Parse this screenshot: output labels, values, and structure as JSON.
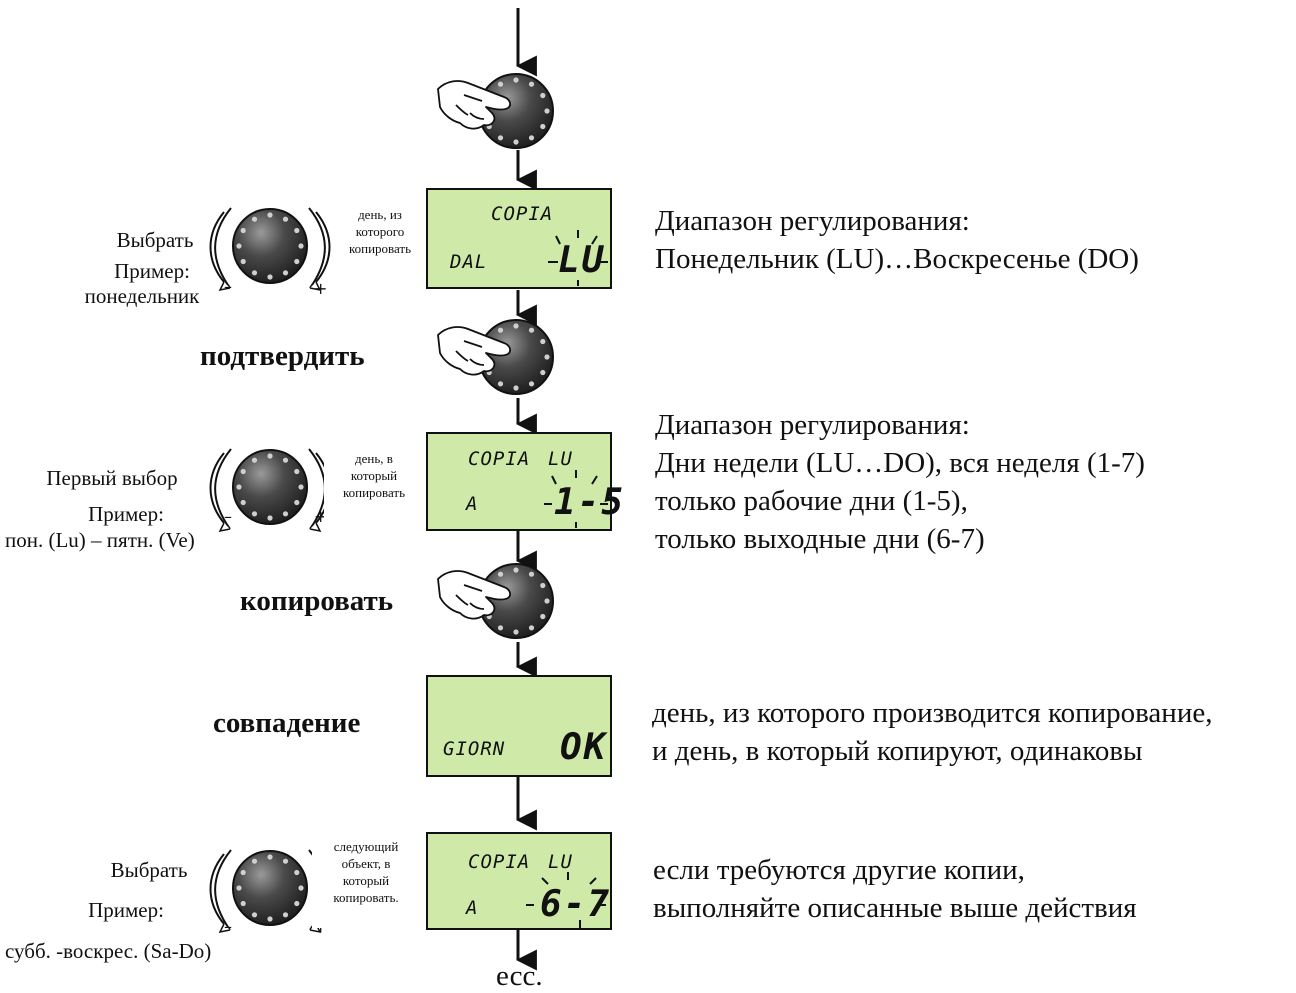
{
  "colors": {
    "lcd_bg": "#cfe9a8",
    "knob": "#3a3a3a",
    "line": "#111111"
  },
  "steps": {
    "step1": {
      "side_label": "Выбрать",
      "example_label": "Пример:",
      "example_value": "понедельник",
      "note": [
        "день, из",
        "которого",
        "копировать"
      ],
      "lcd_top": "COPIA",
      "lcd_left": "DAL",
      "lcd_value": "LU",
      "description": [
        "Диапазон регулирования:",
        "Понедельник (LU)…Воскресенье (DO)"
      ]
    },
    "confirm": {
      "label": "подтвердить"
    },
    "step2": {
      "side_label": "Первый выбор",
      "example_label": "Пример:",
      "example_value": "пон. (Lu) – пятн. (Ve)",
      "note": [
        "день, в",
        "который",
        "копировать"
      ],
      "lcd_top": "COPIA",
      "lcd_day": "LU",
      "lcd_left": "A",
      "lcd_value": "1-5",
      "description": [
        "Диапазон регулирования:",
        "Дни недели (LU…DO), вся неделя (1-7)",
        "только рабочие дни (1-5),",
        "только выходные дни (6-7)"
      ]
    },
    "copy": {
      "label": "копировать"
    },
    "step3": {
      "side_label": "совпадение",
      "lcd_left": "GIORN",
      "lcd_value": "OK",
      "description": [
        "день, из которого производится копирование,",
        "и день, в который копируют, одинаковы"
      ]
    },
    "step4": {
      "side_label": "Выбрать",
      "example_label": "Пример:",
      "example_value": "субб. -воскрес. (Sa-Do)",
      "note": [
        "следующий",
        "объект, в",
        "который",
        "копировать."
      ],
      "lcd_top": "COPIA",
      "lcd_day": "LU",
      "lcd_left": "A",
      "lcd_value": "6-7",
      "description": [
        "если требуются другие копии,",
        "выполняйте описанные выше действия"
      ]
    },
    "end": {
      "label": "есс."
    }
  },
  "icons": {
    "press": "hand-pressing-knob-icon",
    "rotate": "rotary-knob-icon"
  }
}
